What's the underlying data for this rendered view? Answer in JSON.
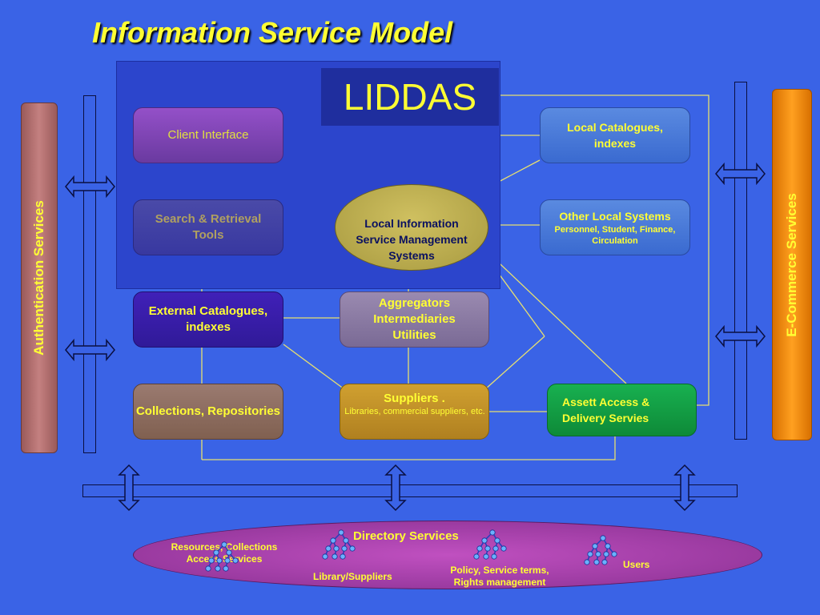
{
  "title": "Information Service Model",
  "liddas": "LIDDAS",
  "left_bar": "Authentication Services",
  "right_bar": "E-Commerce Services",
  "boxes": {
    "client_interface": "Client  Interface",
    "search_tools": "Search & Retrieval Tools",
    "external_catalogues": "External Catalogues, indexes",
    "collections": "Collections, Repositories",
    "local_catalogues": "Local Catalogues, indexes",
    "other_local_title": "Other Local Systems",
    "other_local_sub": "Personnel, Student, Finance, Circulation",
    "aggregators": "Aggregators Intermediaries Utilities",
    "suppliers_title": "Suppliers .",
    "suppliers_sub": "Libraries, commercial suppliers, etc.",
    "asset_access": "Assett Access & Delivery Servies",
    "local_info": "Local Information Service Management Systems"
  },
  "directory": {
    "title": "Directory Services",
    "resources": "Resources, Collections Access Services",
    "library": "Library/Suppliers",
    "policy": "Policy, Service  terms, Rights management",
    "users": "Users"
  },
  "colors": {
    "background": "#3a63e6",
    "title": "#ffff33",
    "panel": "#2c45cc",
    "e_commerce": "#f09010",
    "auth": "#b06a6a",
    "asset_access": "#12a040"
  }
}
